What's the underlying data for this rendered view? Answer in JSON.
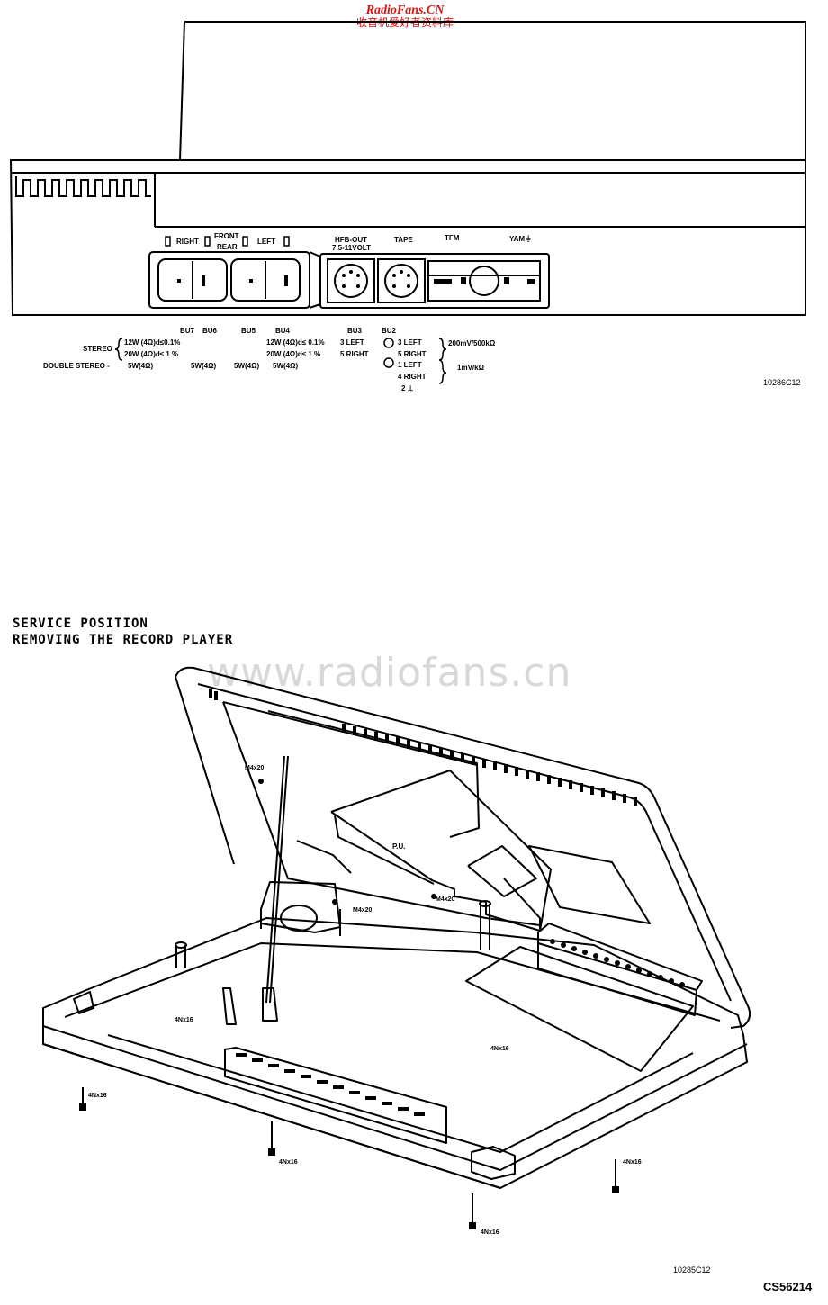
{
  "watermark_top": {
    "line1": "RadioFans.CN",
    "line2": "收音机爱好者资料库"
  },
  "panel": {
    "speaker_labels": {
      "right": "RIGHT",
      "front": "FRONT",
      "rear": "REAR",
      "left": "LEFT"
    },
    "hfb_out": "HFB-OUT",
    "hfb_volt": "7.5-11VOLT",
    "tape": "TAPE",
    "fm": "FM",
    "am": "AM"
  },
  "connectors": {
    "bu7": "BU7",
    "bu6": "BU6",
    "bu5": "BU5",
    "bu4": "BU4",
    "bu3": "BU3",
    "bu2": "BU2",
    "stereo": "STEREO",
    "double_stereo": "DOUBLE STEREO -",
    "stereo_12w": "12W (4Ω)d≤0.1%",
    "stereo_20w": "20W (4Ω)d≤ 1 %",
    "bu7_double": "5W(4Ω)",
    "bu6_double": "5W(4Ω)",
    "bu5_double": "5W(4Ω)",
    "bu4_12w": "12W (4Ω)d≤ 0.1%",
    "bu4_20w": "20W (4Ω)d≤ 1 %",
    "bu4_double": "5W(4Ω)",
    "bu3_left": "3 LEFT",
    "bu3_right": "5 RIGHT",
    "bu2_3left": "3 LEFT",
    "bu2_5right": "5 RIGHT",
    "bu2_1left": "1 LEFT",
    "bu2_4right": "4 RIGHT",
    "ground": "2 ⊥",
    "spec1": "200mV/500kΩ",
    "spec2": "1mV/kΩ"
  },
  "code_top": "10286C12",
  "service_title": "SERVICE POSITION",
  "service_subtitle": "REMOVING THE RECORD PLAYER",
  "watermark_mid": "www.radiofans.cn",
  "player_labels": {
    "pu": "P.U.",
    "screw_m4x20_a": "M4x20",
    "screw_m4x20_b": "M4x20",
    "screw_m4x20_c": "M4x20",
    "screw_4nx16_a": "4Nx16",
    "screw_4nx16_b": "4Nx16",
    "screw_4nx16_c": "4Nx16",
    "screw_4nx16_d": "4Nx16",
    "screw_4nx16_e": "4Nx16",
    "screw_4nx16_f": "4Nx16"
  },
  "code_bottom": "10285C12",
  "doc_code": "CS56214"
}
